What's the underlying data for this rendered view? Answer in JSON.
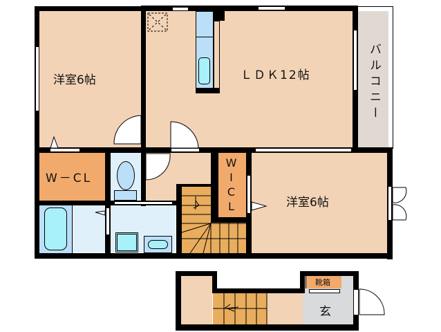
{
  "floorplan": {
    "rooms": {
      "western_room_1": {
        "label": "洋室6帖"
      },
      "ldk": {
        "label": "ＬＤＫ12帖"
      },
      "balcony": {
        "label": "バルコニー"
      },
      "wcl": {
        "label": "W－CL"
      },
      "wicl": {
        "label": "WICL"
      },
      "western_room_2": {
        "label": "洋室6帖"
      },
      "shoe_cabinet": {
        "label": "靴箱"
      },
      "entrance": {
        "label": "玄"
      }
    },
    "colors": {
      "room": "#f2d3b6",
      "closet": "#f2aa6c",
      "wet_area": "#dff0fb",
      "balcony": "#e1d9d1",
      "stairs": "#e9ad5e",
      "entrance": "#d9dadb",
      "fixture": "#a8f0fa",
      "wall": "#000000"
    }
  }
}
